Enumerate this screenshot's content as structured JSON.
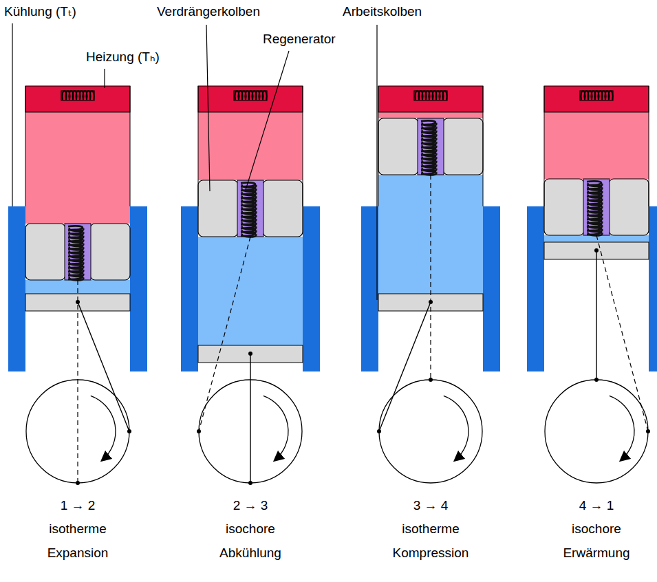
{
  "diagram": {
    "labels": [
      "Kühlung (Tₜ)",
      "Heizung (Tₕ)",
      "Verdrängerkolben",
      "Regenerator",
      "Arbeitskolben",
      "1 → 2",
      "isotherme",
      "Expansion",
      "2 → 3",
      "isochore",
      "Abkühlung",
      "3 → 4",
      "isotherme",
      "Kompression",
      "4 → 1",
      "isochore",
      "Erwärmung"
    ]
  }
}
